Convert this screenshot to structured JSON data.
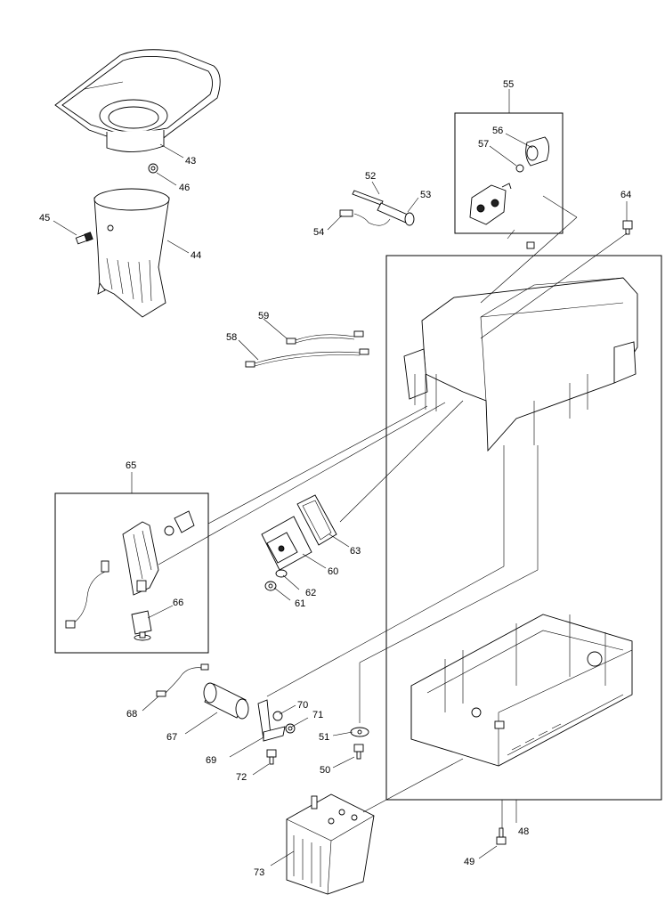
{
  "part_numbers": {
    "p43": "43",
    "p44": "44",
    "p45": "45",
    "p46": "46",
    "p48": "48",
    "p49": "49",
    "p50": "50",
    "p51": "51",
    "p52": "52",
    "p53": "53",
    "p54": "54",
    "p55": "55",
    "p56": "56",
    "p57": "57",
    "p58": "58",
    "p59": "59",
    "p60": "60",
    "p61": "61",
    "p62": "62",
    "p63": "63",
    "p64": "64",
    "p65": "65",
    "p66": "66",
    "p67": "67",
    "p68": "68",
    "p69": "69",
    "p70": "70",
    "p71": "71",
    "p72": "72",
    "p73": "73"
  }
}
